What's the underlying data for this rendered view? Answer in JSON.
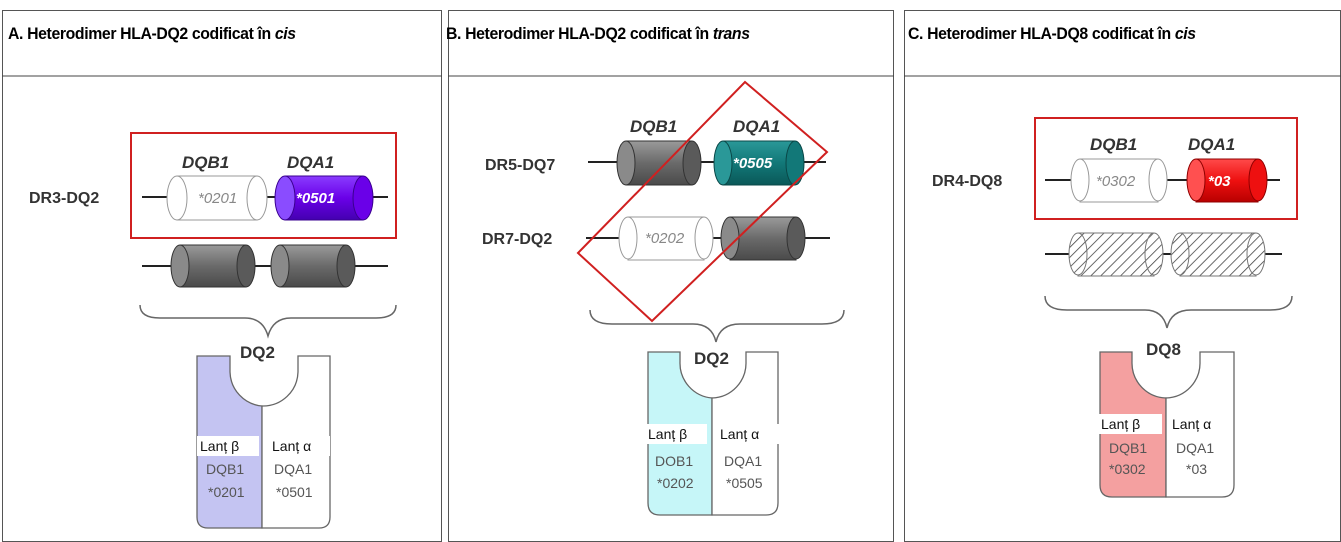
{
  "panels": [
    {
      "title_prefix": "A. Heterodimer HLA-DQ2  codificat în ",
      "title_italic": "cis",
      "haplotype1": "DR3-DQ2",
      "gene_beta": "DQB1",
      "gene_alpha": "DQA1",
      "allele_beta": "*0201",
      "allele_alpha": "*0501",
      "molecule": "DQ2",
      "chain_beta_label": "Lanț β",
      "chain_alpha_label": "Lanț α",
      "chain_beta_gene": "DQB1",
      "chain_beta_allele": "*0201",
      "chain_alpha_gene": "DQA1",
      "chain_alpha_allele": "*0501"
    },
    {
      "title_prefix": "B. Heterodimer HLA-DQ2   codificat în ",
      "title_italic": "trans",
      "haplotype1": "DR5-DQ7",
      "haplotype2": "DR7-DQ2",
      "gene_beta": "DQB1",
      "gene_alpha": "DQA1",
      "allele_alpha": "*0505",
      "allele_beta": "*0202",
      "molecule": "DQ2",
      "chain_beta_label": "Lanț β",
      "chain_alpha_label": "Lanț α",
      "chain_beta_gene": "DOB1",
      "chain_beta_allele": "*0202",
      "chain_alpha_gene": "DQA1",
      "chain_alpha_allele": "*0505"
    },
    {
      "title_prefix": "C. Heterodimer HLA-DQ8  codificat în ",
      "title_italic": "cis",
      "haplotype1": "DR4-DQ8",
      "gene_beta": "DQB1",
      "gene_alpha": "DQA1",
      "allele_beta": "*0302",
      "allele_alpha": "*03",
      "molecule": "DQ8",
      "chain_beta_label": "Lanț β",
      "chain_alpha_label": "Lanț α",
      "chain_beta_gene": "DQB1",
      "chain_beta_allele": "*0302",
      "chain_alpha_gene": "DQA1",
      "chain_alpha_allele": "*03"
    }
  ],
  "colors": {
    "highlight_box": "#d02020",
    "purple_gene": "#6a00e8",
    "teal_gene": "#127878",
    "red_gene": "#ee1010",
    "grey_gene": "#6d6d6d",
    "dq2_a_beta_fill": "#c4c4f2",
    "dq2_b_beta_fill": "#c6f6f8",
    "dq8_beta_fill": "#f4a0a0"
  }
}
